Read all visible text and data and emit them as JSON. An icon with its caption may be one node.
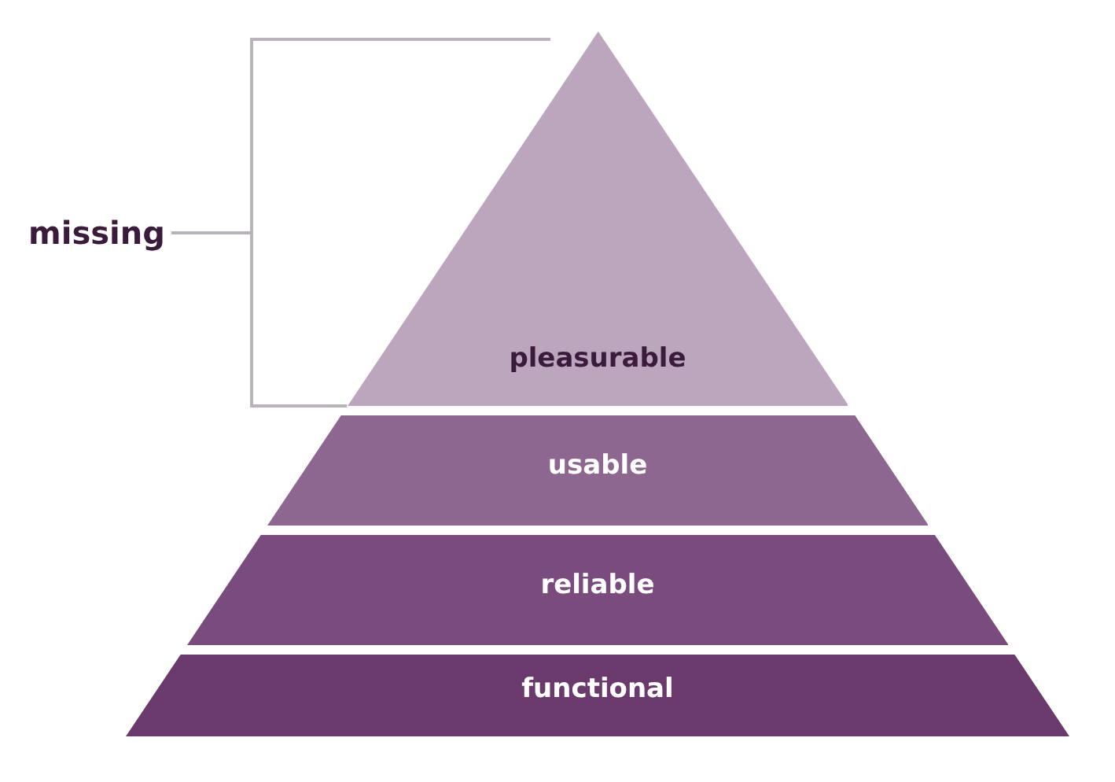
{
  "diagram": {
    "nodes": [
      {
        "text": [
          "pleasurable"
        ]
      },
      {
        "text": [
          "usable"
        ]
      },
      {
        "text": [
          "reliable"
        ]
      },
      {
        "text": [
          "functional"
        ]
      },
      {
        "text": [
          "missing"
        ]
      }
    ],
    "edges": [
      {
        "from": 4,
        "to": 0,
        "arrow": "none"
      }
    ]
  }
}
